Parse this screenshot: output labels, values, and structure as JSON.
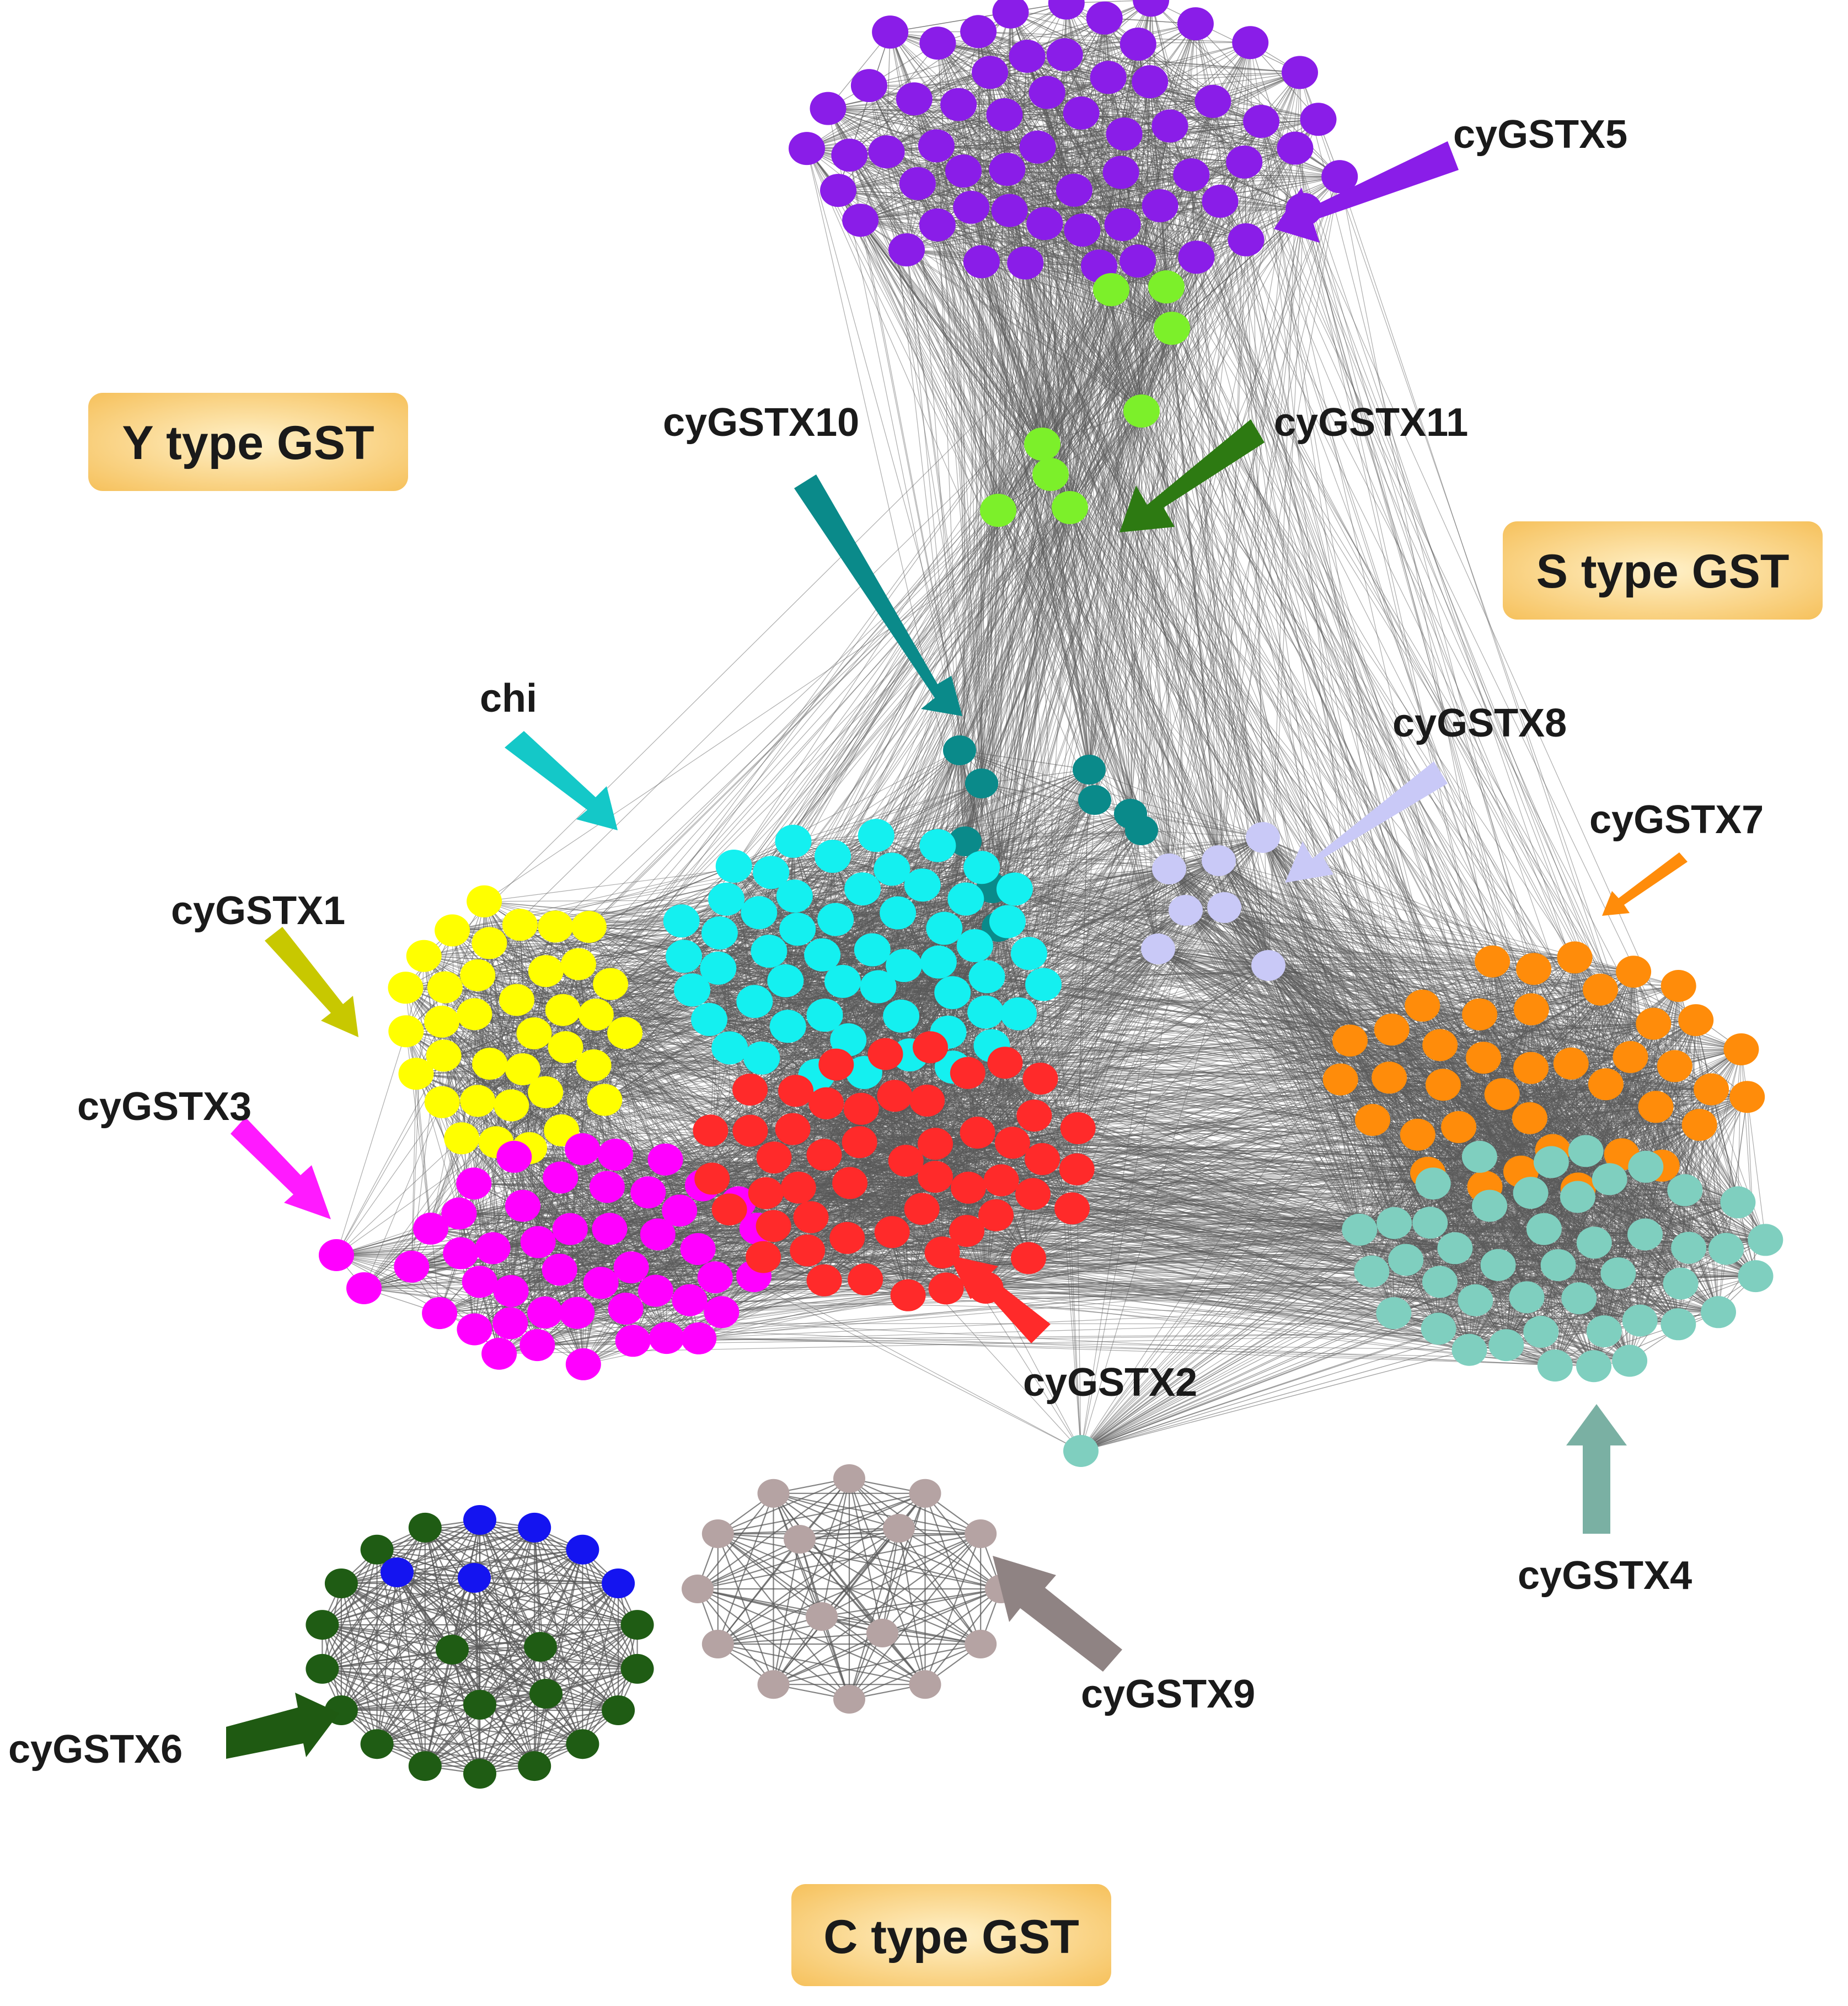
{
  "type_labels": {
    "y": "Y type GST",
    "s": "S type GST",
    "c": "C type GST"
  },
  "cluster_labels": {
    "cygstx1": "cyGSTX1",
    "cygstx2": "cyGSTX2",
    "cygstx3": "cyGSTX3",
    "cygstx4": "cyGSTX4",
    "cygstx5": "cyGSTX5",
    "cygstx6": "cyGSTX6",
    "cygstx7": "cyGSTX7",
    "cygstx8": "cyGSTX8",
    "cygstx9": "cyGSTX9",
    "cygstx10": "cyGSTX10",
    "cygstx11": "cyGSTX11",
    "chi": "chi"
  },
  "colors": {
    "cygstx1": "#ffff00",
    "cygstx2": "#ff2a2a",
    "cygstx3": "#ff00ff",
    "cygstx4": "#7fcfbf",
    "cygstx5": "#8a1de8",
    "cygstx6": "#1f5c14",
    "cygstx6_blue": "#1414f0",
    "cygstx7": "#ff8c0a",
    "cygstx8": "#c9c9f7",
    "cygstx9": "#b5a3a3",
    "cygstx10": "#0a8a8a",
    "cygstx11": "#7cf02a",
    "chi": "#14f0f0",
    "edge": "#5a5a5a",
    "type_box": "#fbd27a"
  }
}
